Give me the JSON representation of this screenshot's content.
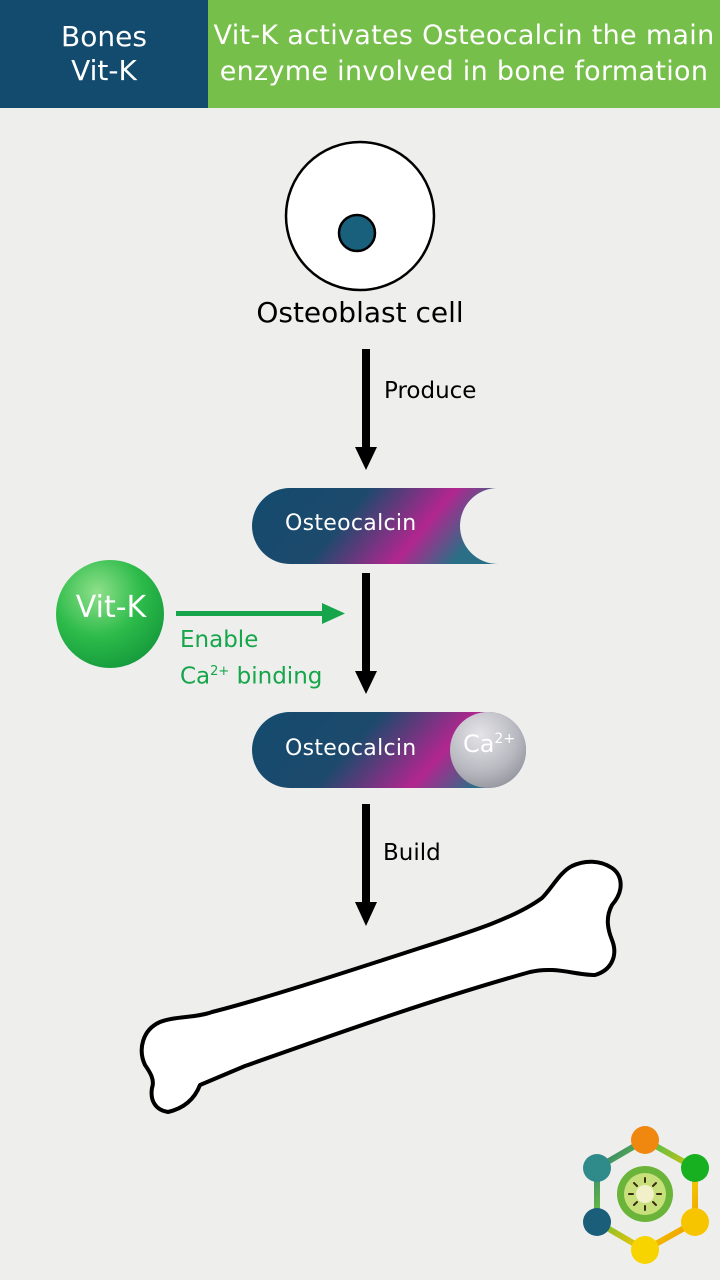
{
  "header": {
    "tag_line1": "Bones",
    "tag_line2": "Vit-K",
    "title": "Vit-K activates Osteocalcin the main enzyme involved in bone formation"
  },
  "diagram": {
    "cell_label": "Osteoblast cell",
    "produce_label": "Produce",
    "osteocalcin_label": "Osteocalcin",
    "osteocalcin_bound_label": "Osteocalcin",
    "calcium_label": "Ca",
    "calcium_charge": "2+",
    "vitamin_label": "Vit-K",
    "enable_line1": "Enable",
    "enable_ca": "Ca",
    "enable_charge": "2+",
    "enable_rest": " binding",
    "build_label": "Build"
  },
  "colors": {
    "navy": "#134b6e",
    "green_header": "#77bf4b",
    "vitk_green": "#16a54a",
    "pill_magenta": "#b2268f",
    "nucleus": "#19607d",
    "background": "#eeefed"
  },
  "icons": [
    "cell-icon",
    "bone-icon",
    "brand-logo-icon"
  ]
}
